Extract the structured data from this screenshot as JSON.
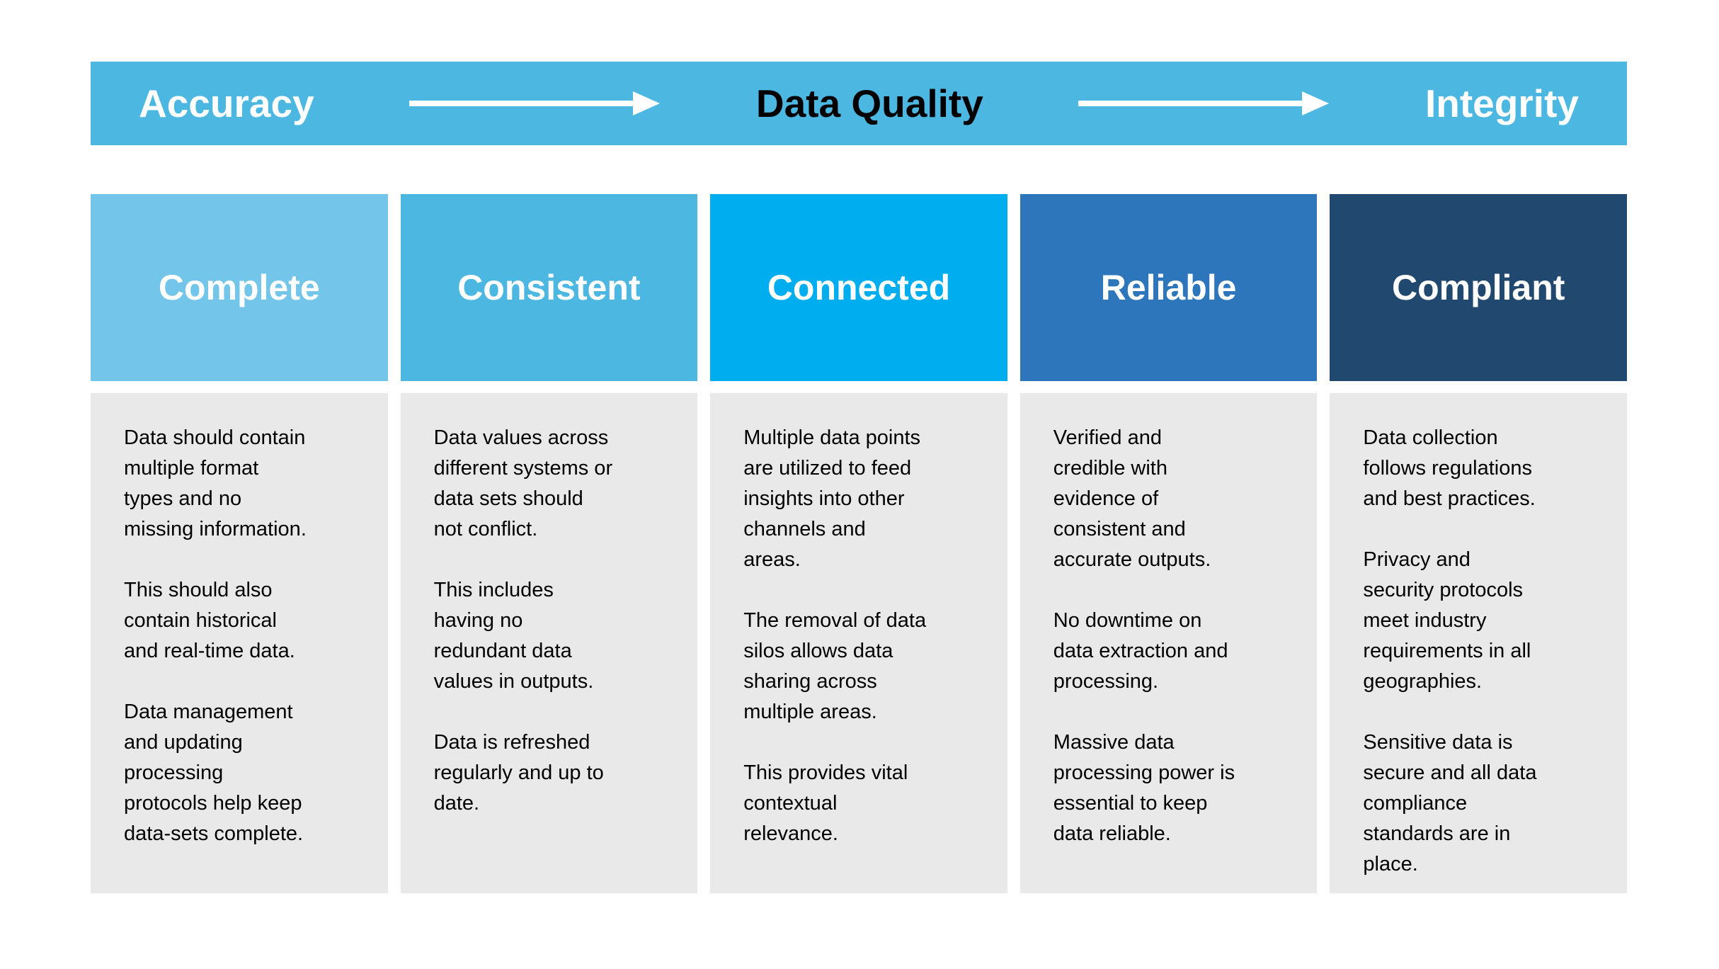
{
  "banner": {
    "left_label": "Accuracy",
    "center_title": "Data Quality",
    "right_label": "Integrity",
    "background": "#4CB8E2",
    "arrow_color": "#FFFFFF"
  },
  "body_background": "#E9E9E9",
  "columns": [
    {
      "title": "Complete",
      "color": "#73C6EA",
      "body": "Data should contain\nmultiple format\ntypes and no\nmissing information.\n\nThis should also\ncontain historical\nand real-time data.\n\nData management\nand updating\nprocessing\nprotocols help keep\ndata-sets complete."
    },
    {
      "title": "Consistent",
      "color": "#4CB8E2",
      "body": "Data values across\ndifferent systems or\ndata sets should\nnot conflict.\n\nThis includes\nhaving no\nredundant data\nvalues in outputs.\n\nData is refreshed\nregularly and up to\ndate."
    },
    {
      "title": "Connected",
      "color": "#00AEEF",
      "body": "Multiple data points\nare utilized to feed\ninsights into other\nchannels and\nareas.\n\nThe removal of data\nsilos allows data\nsharing across\nmultiple areas.\n\nThis provides vital\ncontextual\nrelevance."
    },
    {
      "title": "Reliable",
      "color": "#2E76BC",
      "body": "Verified and\ncredible with\nevidence of\nconsistent and\naccurate outputs.\n\nNo downtime on\ndata extraction and\nprocessing.\n\nMassive data\nprocessing power is\nessential to keep\ndata reliable."
    },
    {
      "title": "Compliant",
      "color": "#21496F",
      "body": "Data collection\nfollows regulations\nand best practices.\n\nPrivacy and\nsecurity protocols\nmeet industry\nrequirements in all\ngeographies.\n\nSensitive data is\nsecure and all data\ncompliance\nstandards are in\nplace."
    }
  ]
}
